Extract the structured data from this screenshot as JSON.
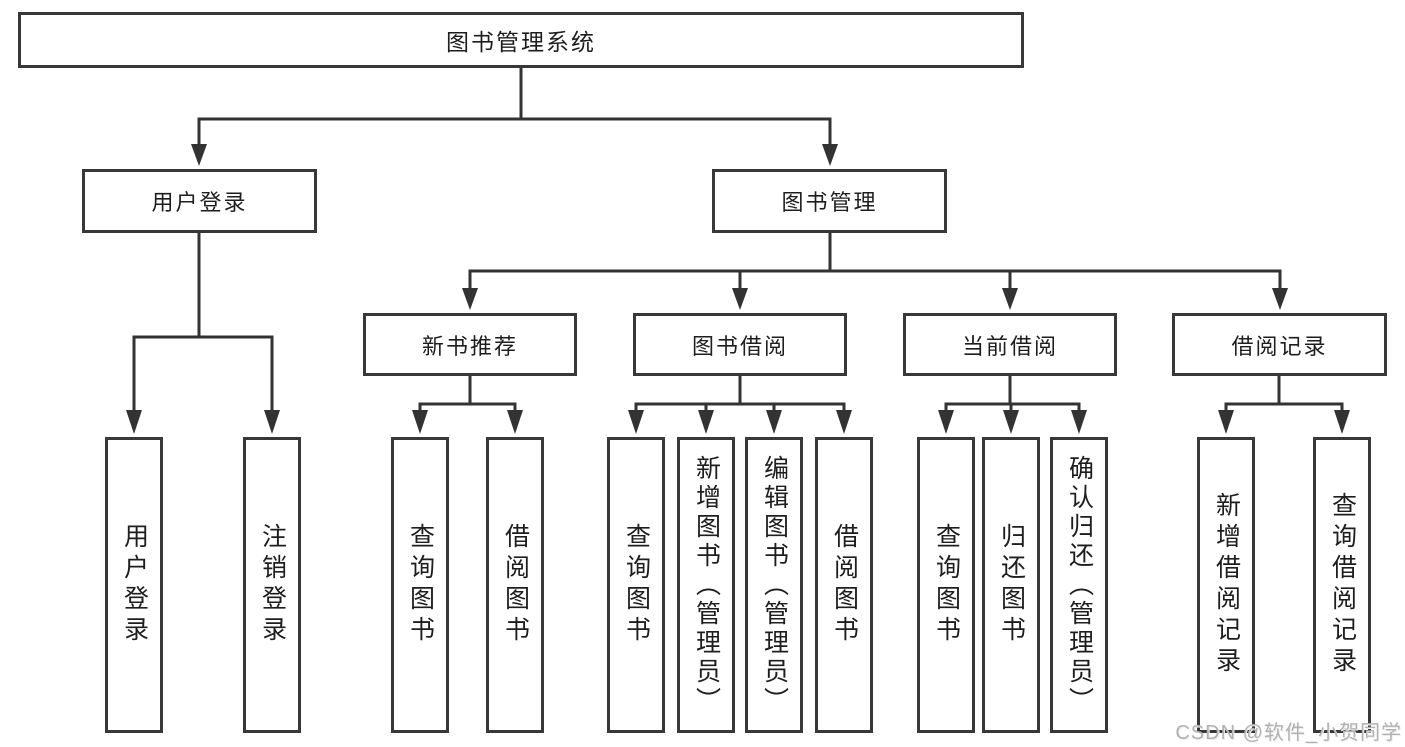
{
  "diagram": {
    "root": "图书管理系统",
    "userLogin": {
      "label": "用户登录",
      "children": [
        "用户登录",
        "注销登录"
      ]
    },
    "bookMgmt": {
      "label": "图书管理",
      "sections": [
        {
          "label": "新书推荐",
          "children": [
            "查询图书",
            "借阅图书"
          ]
        },
        {
          "label": "图书借阅",
          "children": [
            "查询图书",
            "新增图书（管理员）",
            "编辑图书（管理员）",
            "借阅图书"
          ]
        },
        {
          "label": "当前借阅",
          "children": [
            "查询图书",
            "归还图书",
            "确认归还（管理员）"
          ]
        },
        {
          "label": "借阅记录",
          "children": [
            "新增借阅记录",
            "查询借阅记录"
          ]
        }
      ]
    }
  },
  "colors": {
    "line": "#333333",
    "border": "#383838",
    "text": "#1e1e1e",
    "watermark": "#b2b2b2",
    "background": "#ffffff"
  },
  "watermark": "CSDN @软件_小贺同学"
}
